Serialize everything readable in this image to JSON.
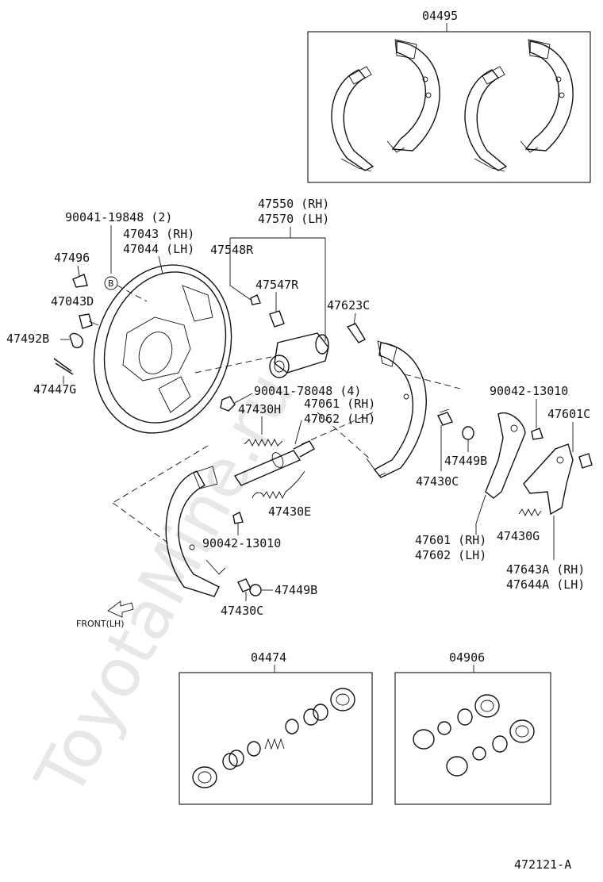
{
  "watermark": "ToyotaMine.ru",
  "diagram_id": "472121-A",
  "front_marker": "FRONT(LH)",
  "circle_mark": "B",
  "kits": {
    "shoe_kit": "04495",
    "cylinder_kit_a": "04474",
    "cylinder_kit_b": "04906"
  },
  "labels": {
    "l47550": "47550 (RH)",
    "l47570": "47570 (LH)",
    "l90041_19848": "90041-19848 (2)",
    "l47043": "47043 (RH)",
    "l47044": "47044 (LH)",
    "l47548R": "47548R",
    "l47496": "47496",
    "l47547R": "47547R",
    "l47043D": "47043D",
    "l47623C": "47623C",
    "l47492B": "47492B",
    "l47447G": "47447G",
    "l90041_78048": "90041-78048 (4)",
    "l90042_13010_r": "90042-13010",
    "l47430H": "47430H",
    "l47061": "47061 (RH)",
    "l47062": "47062 (LH)",
    "l47601C": "47601C",
    "l47449B_r": "47449B",
    "l47430C_r": "47430C",
    "l47430E": "47430E",
    "l90042_13010_l": "90042-13010",
    "l47601": "47601 (RH)",
    "l47602": "47602 (LH)",
    "l47430G": "47430G",
    "l47643A": "47643A (RH)",
    "l47644A": "47644A (LH)",
    "l47449B_l": "47449B",
    "l47430C_l": "47430C"
  }
}
